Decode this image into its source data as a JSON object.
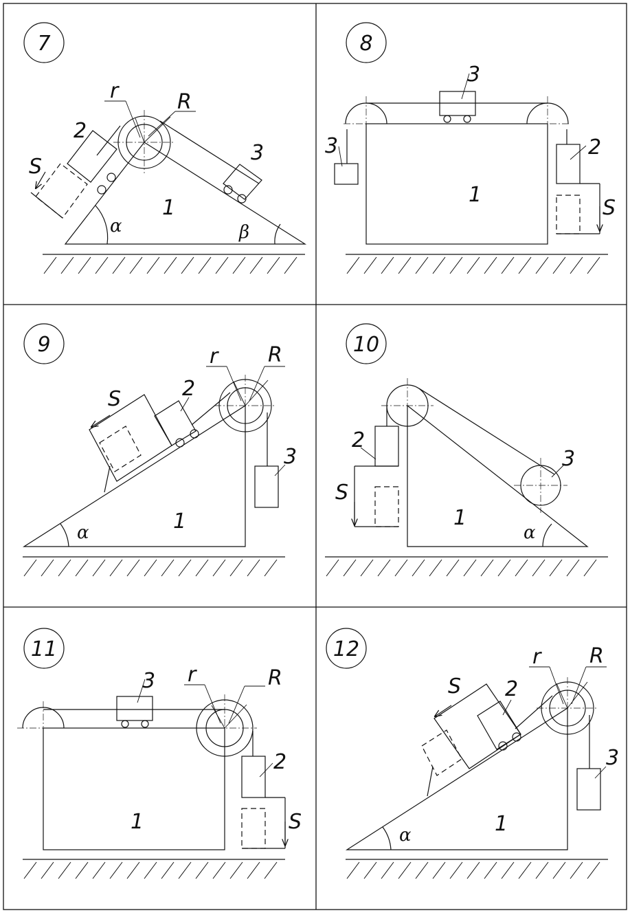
{
  "variants": [
    {
      "number": "7",
      "labels": {
        "r": "r",
        "R": "R",
        "S": "S",
        "body1": "1",
        "body2": "2",
        "body3": "3",
        "alpha": "α",
        "beta": "β"
      }
    },
    {
      "number": "8",
      "labels": {
        "S": "S",
        "body1": "1",
        "body2": "2",
        "body3_top": "3",
        "body3_left": "3"
      }
    },
    {
      "number": "9",
      "labels": {
        "r": "r",
        "R": "R",
        "S": "S",
        "body1": "1",
        "body2": "2",
        "body3": "3",
        "alpha": "α"
      }
    },
    {
      "number": "10",
      "labels": {
        "S": "S",
        "body1": "1",
        "body2": "2",
        "body3": "3",
        "alpha": "α"
      }
    },
    {
      "number": "11",
      "labels": {
        "r": "r",
        "R": "R",
        "S": "S",
        "body1": "1",
        "body2": "2",
        "body3": "3"
      }
    },
    {
      "number": "12",
      "labels": {
        "r": "r",
        "R": "R",
        "S": "S",
        "body1": "1",
        "body2": "2",
        "body3": "3",
        "alpha": "α"
      }
    }
  ],
  "icons": {
    "ground": "hatched-ground",
    "pulley": "double-pulley",
    "wheel": "cart-wheel",
    "arrow": "displacement-arrow"
  },
  "colors": {
    "line": "#111111",
    "background": "#ffffff"
  }
}
